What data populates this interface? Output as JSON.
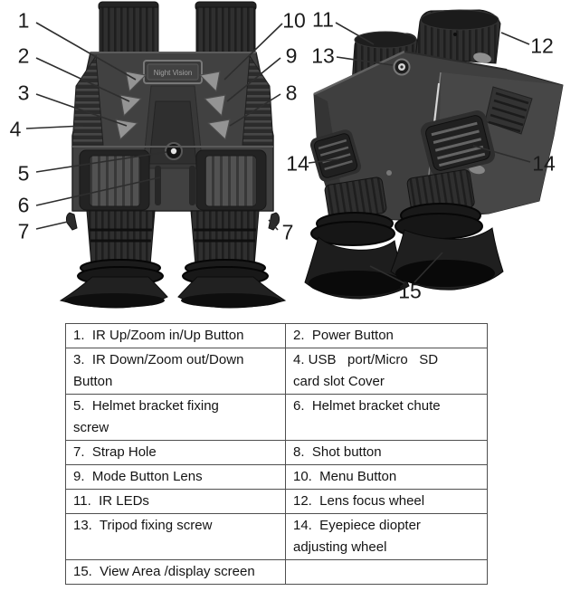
{
  "diagram": {
    "device_label": "Night Vision",
    "callouts": {
      "c1": "1",
      "c2": "2",
      "c3": "3",
      "c4": "4",
      "c5": "5",
      "c6": "6",
      "c7_left": "7",
      "c7_right": "7",
      "c8": "8",
      "c9": "9",
      "c10": "10",
      "c11": "11",
      "c12": "12",
      "c13": "13",
      "c14_left": "14",
      "c14_right": "14",
      "c15": "15"
    }
  },
  "table": {
    "rows": [
      {
        "left": "1.  IR Up/Zoom in/Up Button",
        "right": "2.  Power Button"
      },
      {
        "left": "3.  IR Down/Zoom out/Down\nButton",
        "right": "4. USB   port/Micro   SD\ncard slot Cover"
      },
      {
        "left": "5.  Helmet bracket fixing\nscrew",
        "right": "6.  Helmet bracket chute"
      },
      {
        "left": "7.  Strap Hole",
        "right": "8.  Shot button"
      },
      {
        "left": "9.  Mode Button Lens",
        "right": "10.  Menu Button"
      },
      {
        "left": "11.  IR LEDs",
        "right": "12.  Lens focus wheel"
      },
      {
        "left": "13.  Tripod fixing screw",
        "right": "14.  Eyepiece diopter\nadjusting wheel"
      },
      {
        "left": "15.  View Area /display screen",
        "right": ""
      }
    ]
  },
  "colors": {
    "body_gray": "#3f3f3f",
    "dark_gray": "#1d1d1d",
    "table_border": "#4f4f4f",
    "text": "#141414"
  }
}
